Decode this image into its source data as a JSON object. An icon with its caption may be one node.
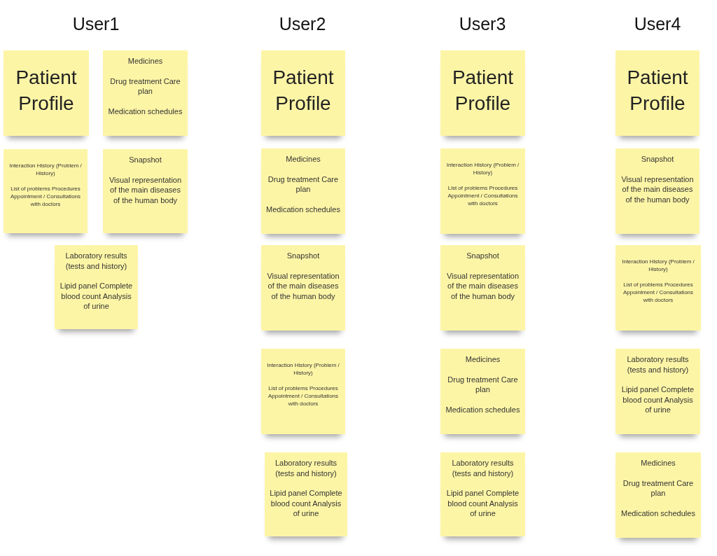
{
  "diagram": {
    "nodes": [
      {
        "text": [
          "Patient Profile"
        ]
      },
      {
        "text": [
          "Medicines",
          "Drug treatment Care plan",
          "Medication schedules"
        ]
      },
      {
        "text": [
          "Interaction History (Problem / History)",
          "List of problems Procedures Appointment / Consultations with doctors"
        ]
      },
      {
        "text": [
          "Snapshot",
          "Visual representation of the main diseases of the human body"
        ]
      },
      {
        "text": [
          "Laboratory results (tests and history)",
          "Lipid panel Complete blood count Analysis of urine"
        ]
      },
      {
        "text": [
          "Patient Profile"
        ]
      },
      {
        "text": [
          "Medicines",
          "Drug treatment Care plan",
          "Medication schedules"
        ]
      },
      {
        "text": [
          "Snapshot",
          "Visual representation of the main diseases of the human body"
        ]
      },
      {
        "text": [
          "Interaction History (Problem / History)",
          "List of problems Procedures Appointment / Consultations with doctors"
        ]
      },
      {
        "text": [
          "Laboratory results (tests and history)",
          "Lipid panel Complete blood count Analysis of urine"
        ]
      },
      {
        "text": [
          "Patient Profile"
        ]
      },
      {
        "text": [
          "Interaction History (Problem / History)",
          "List of problems Procedures Appointment / Consultations with doctors"
        ]
      },
      {
        "text": [
          "Snapshot",
          "Visual representation of the main diseases of the human body"
        ]
      },
      {
        "text": [
          "Medicines",
          "Drug treatment Care plan",
          "Medication schedules"
        ]
      },
      {
        "text": [
          "Laboratory results (tests and history)",
          "Lipid panel Complete blood count Analysis of urine"
        ]
      },
      {
        "text": [
          "Patient Profile"
        ]
      },
      {
        "text": [
          "Snapshot",
          "Visual representation of the main diseases of the human body"
        ]
      },
      {
        "text": [
          "Interaction History (Problem / History)",
          "List of problems Procedures Appointment / Consultations with doctors"
        ]
      },
      {
        "text": [
          "Laboratory results (tests and history)",
          "Lipid panel Complete blood count Analysis of urine"
        ]
      },
      {
        "text": [
          "Medicines",
          "Drug treatment Care plan",
          "Medication schedules"
        ]
      }
    ],
    "labels": [
      "User1",
      "User2",
      "User3",
      "User4"
    ]
  }
}
